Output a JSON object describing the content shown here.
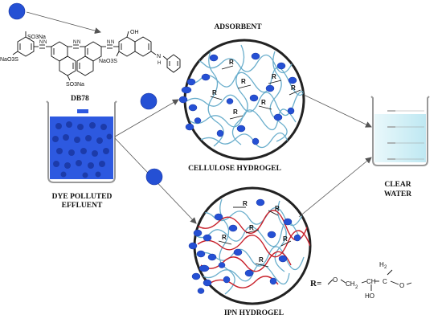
{
  "dye": {
    "name": "DB78",
    "groups": {
      "so3na_top": "SO3Na",
      "naso3_left": "NaO3S",
      "so3na_mid": "SO3Na",
      "oh": "OH",
      "naso3_right": "NaO3S",
      "nh": "N",
      "h": "H",
      "n1": "N",
      "n2": "N",
      "n3": "N",
      "n4": "N",
      "n5": "N",
      "n6": "N"
    }
  },
  "labels": {
    "adsorbent": "ADSORBENT",
    "cellulose_hydrogel": "CELLULOSE HYDROGEL",
    "ipn_hydrogel": "IPN HYDROGEL",
    "dye_polluted_line1": "DYE POLLUTED",
    "dye_polluted_line2": "EFFLUENT",
    "clear_line1": "CLEAR",
    "clear_line2": "WATER"
  },
  "crosslink_letter": "R",
  "r_formula": {
    "r_eq": "R=",
    "o_left": "O",
    "ch2_left": "CH",
    "ch2_left_sub": "2",
    "ch": "CH",
    "h2_top": "H",
    "h2_top_sub": "2",
    "c_top": "C",
    "o_right": "O",
    "ho": "HO"
  },
  "colors": {
    "dye_blue": "#2550d4",
    "dye_edge": "#1532a0",
    "polymer_chain": "#6aaecc",
    "ipn_chain": "#c8202a",
    "effluent": "#2d59e0",
    "clear_water": "#c9eef5"
  }
}
